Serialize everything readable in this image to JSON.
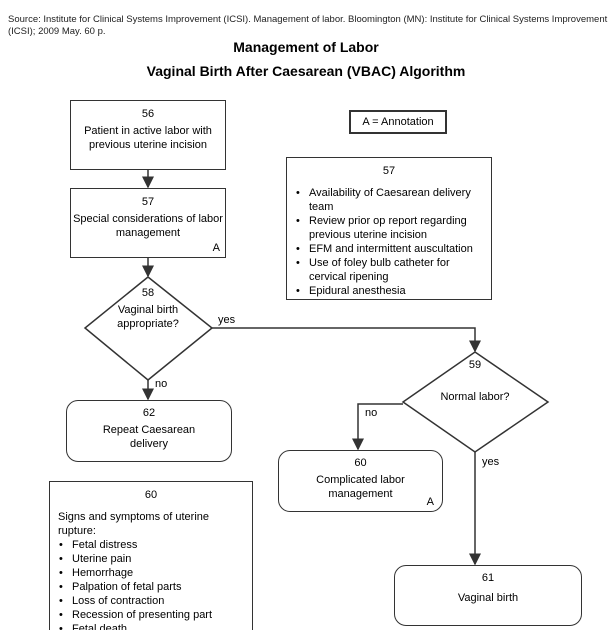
{
  "source": "Source: Institute for Clinical Systems Improvement (ICSI). Management of labor. Bloomington (MN): Institute for Clinical Systems Improvement (ICSI); 2009 May. 60 p.",
  "title": "Management of Labor",
  "subtitle": "Vaginal Birth After Caesarean (VBAC) Algorithm",
  "legend": "A = Annotation",
  "nodes": {
    "n56": {
      "num": "56",
      "text": "Patient in active labor with previous uterine incision"
    },
    "n57": {
      "num": "57",
      "text": "Special considerations of labor management",
      "annotation": "A"
    },
    "n58": {
      "num": "58",
      "text": "Vaginal birth appropriate?"
    },
    "n62": {
      "num": "62",
      "text": "Repeat Caesarean delivery"
    },
    "n59": {
      "num": "59",
      "text": "Normal labor?"
    },
    "n60": {
      "num": "60",
      "text": "Complicated labor management",
      "annotation": "A"
    },
    "n61": {
      "num": "61",
      "text": "Vaginal birth"
    }
  },
  "edges": {
    "yes1": "yes",
    "no1": "no",
    "no2": "no",
    "yes2": "yes"
  },
  "note57": {
    "num": "57",
    "items": [
      "Availability of Caesarean delivery team",
      "Review prior op report regarding previous uterine incision",
      "EFM and intermittent auscultation",
      "Use of foley bulb catheter for cervical ripening",
      "Epidural anesthesia"
    ]
  },
  "note60": {
    "num": "60",
    "intro": "Signs and symptoms of uterine rupture:",
    "items": [
      "Fetal distress",
      "Uterine pain",
      "Hemorrhage",
      "Palpation of fetal parts",
      "Loss of contraction",
      "Recession of presenting part",
      "Fetal death"
    ]
  }
}
